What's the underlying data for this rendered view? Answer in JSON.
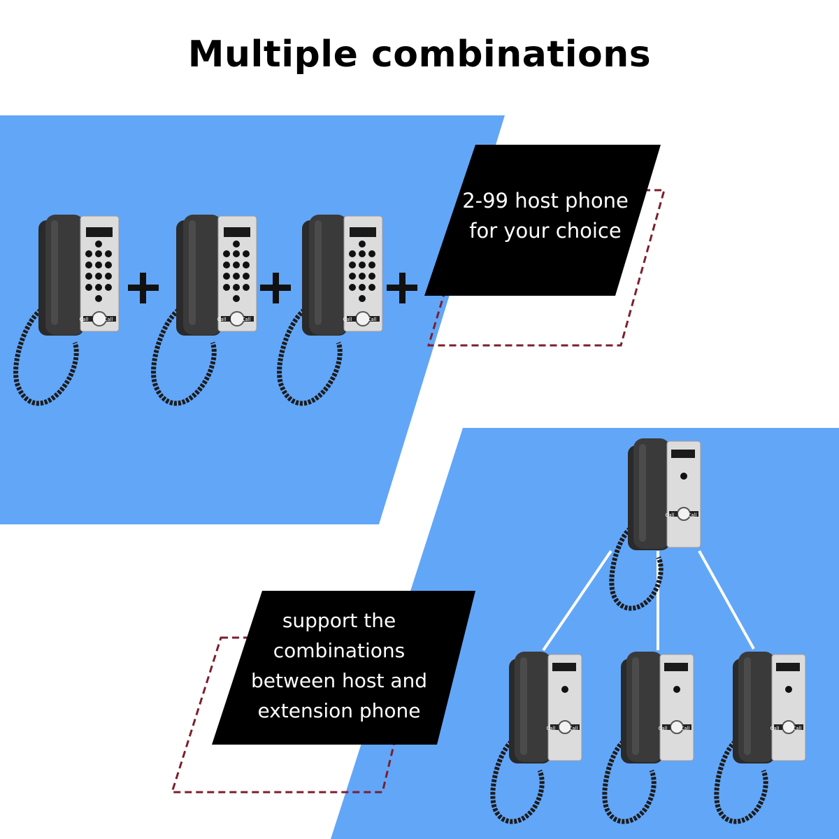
{
  "title": "Multiple combinations",
  "callout_top": {
    "line1": "2-99 host phone",
    "line2": "for your choice"
  },
  "callout_bottom": {
    "line1": "support the",
    "line2": "combinations",
    "line3": "between host and",
    "line4": "extension phone"
  },
  "phone_panel": {
    "call_label": "Call"
  },
  "colors": {
    "accent_blue": "#62a6f8",
    "callout_bg": "#000000",
    "dashed_outline": "#7b1f2d",
    "connector": "#ffffff"
  },
  "icons": {
    "plus": "plus-icon",
    "phone": "intercom-phone-icon"
  }
}
